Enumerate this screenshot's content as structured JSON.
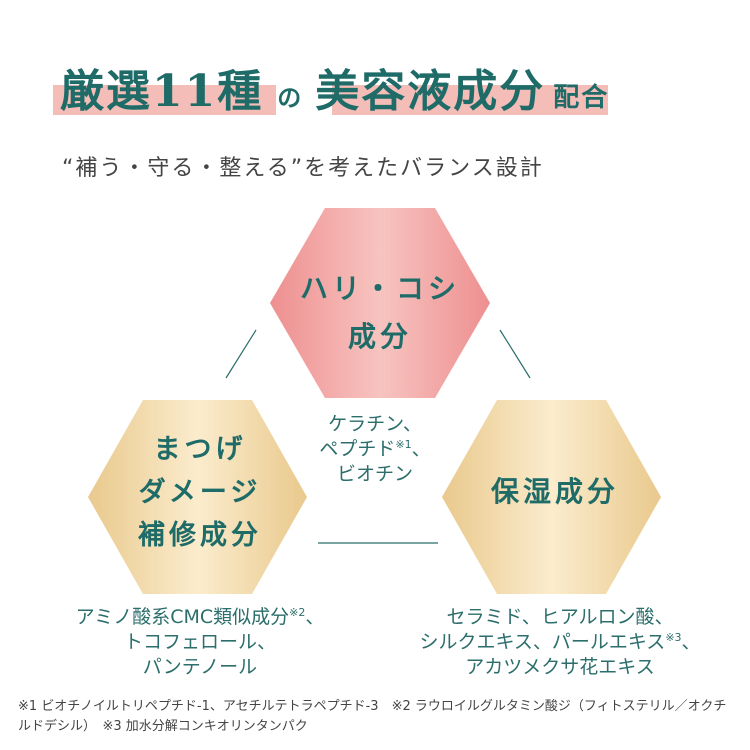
{
  "title": {
    "part1": "厳選11種",
    "part2": "の",
    "part3": "美容液成分",
    "part4": "配合"
  },
  "subtitle": "“補う・守る・整える”を考えたバランス設計",
  "hexagons": {
    "top": {
      "line1": "ハリ・コシ",
      "line2": "成分",
      "color": "#ef9a9a"
    },
    "left": {
      "line1": "まつげ",
      "line2": "ダメージ",
      "line3": "補修成分",
      "color": "#f2d9a6"
    },
    "right": {
      "line1": "保湿成分",
      "color": "#f2d9a6"
    }
  },
  "ingredients": {
    "top": {
      "line1": "ケラチン、",
      "line2a": "ペプチド",
      "line2sup": "※1",
      "line2b": "、",
      "line3": "ビオチン"
    },
    "left": {
      "line1a": "アミノ酸系CMC類似成分",
      "line1sup": "※2",
      "line1b": "、",
      "line2": "トコフェロール、",
      "line3": "パンテノール"
    },
    "right": {
      "line1": "セラミド、ヒアルロン酸、",
      "line2a": "シルクエキス、パールエキス",
      "line2sup": "※3",
      "line2b": "、",
      "line3": "アカツメクサ花エキス"
    }
  },
  "footnotes": {
    "note1": "※1 ビオチノイルトリペプチド-1、アセチルテトラペプチド-3　※2 ラウロイルグルタミン酸ジ（フィトステリル／オクチルドデシル）　※3 加水分解コンキオリンタンパク"
  },
  "colors": {
    "accent": "#1f6b68",
    "highlight": "#f5bdb8"
  }
}
